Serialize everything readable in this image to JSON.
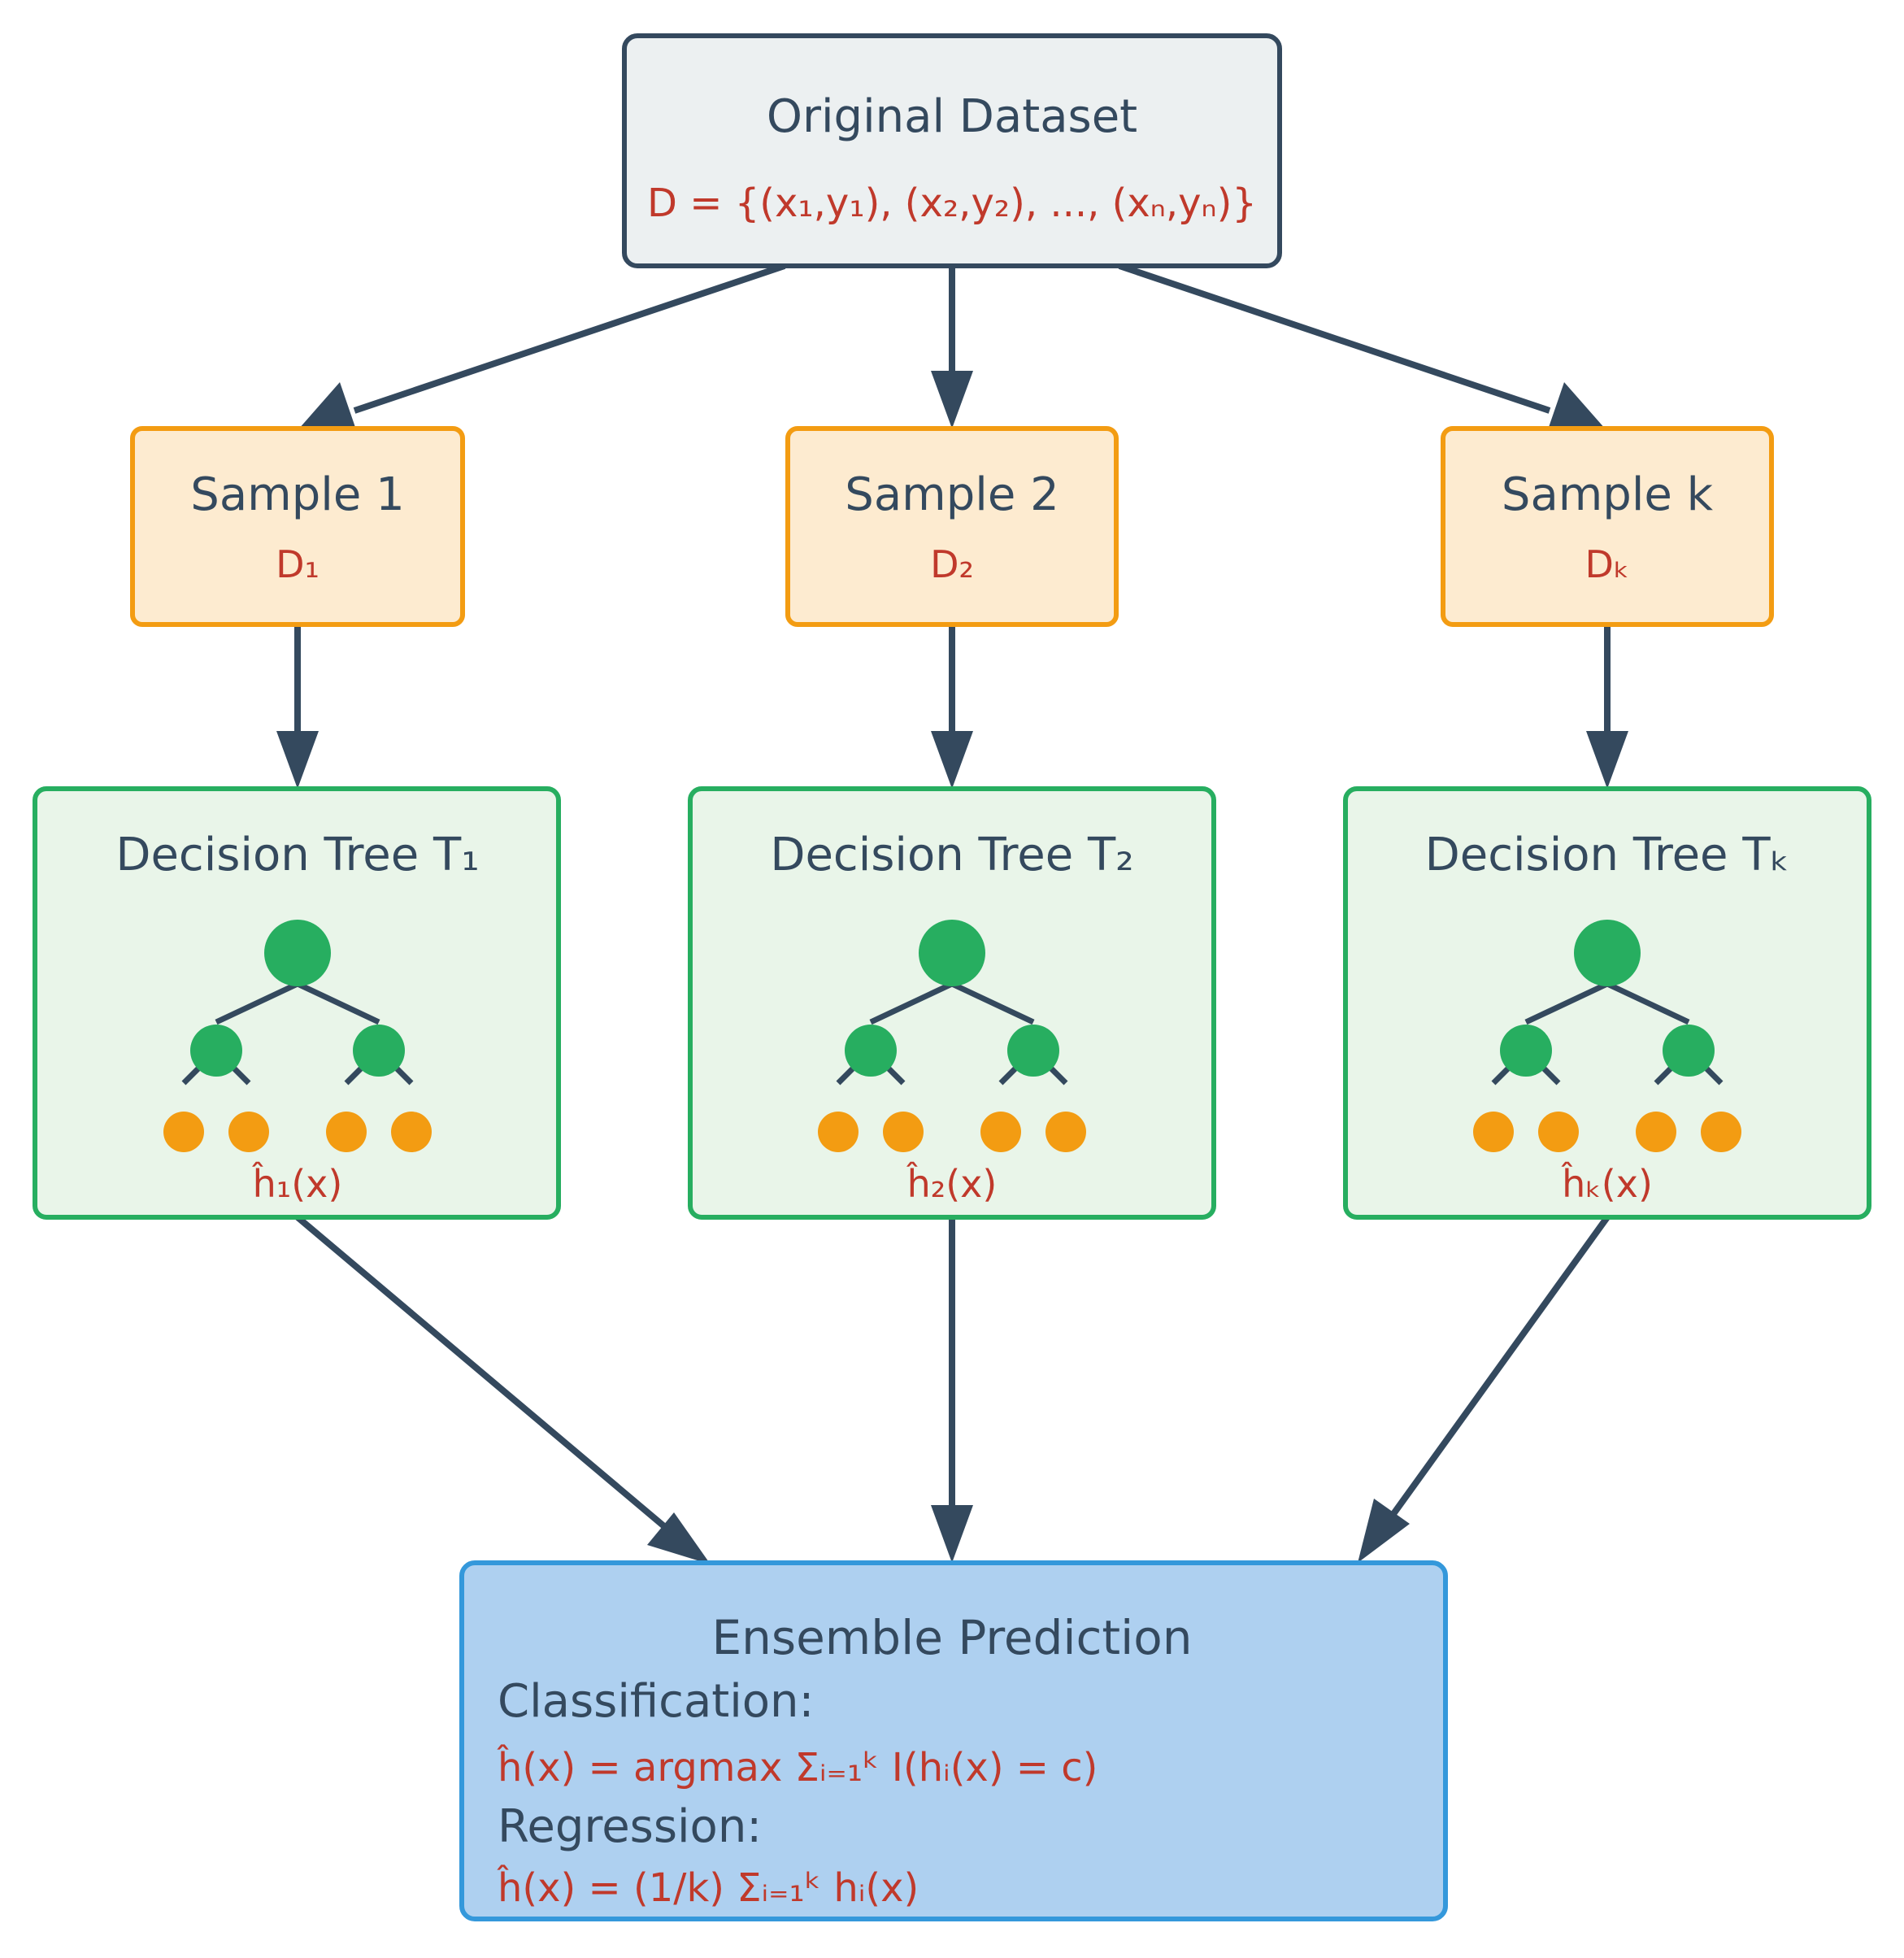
{
  "original_dataset": {
    "title": "Original Dataset",
    "formula": "D = {(x₁,y₁), (x₂,y₂), ..., (xₙ,yₙ)}"
  },
  "samples": [
    {
      "title": "Sample 1",
      "formula": "D₁"
    },
    {
      "title": "Sample 2",
      "formula": "D₂"
    },
    {
      "title": "Sample k",
      "formula": "Dₖ"
    }
  ],
  "trees": [
    {
      "title": "Decision Tree T₁",
      "formula": "ĥ₁(x)"
    },
    {
      "title": "Decision Tree T₂",
      "formula": "ĥ₂(x)"
    },
    {
      "title": "Decision Tree Tₖ",
      "formula": "ĥₖ(x)"
    }
  ],
  "ensemble": {
    "title": "Ensemble Prediction",
    "classification_label": "Classification:",
    "classification_formula": "ĥ(x) = argmax Σᵢ₌₁ᵏ I(hᵢ(x) = c)",
    "regression_label": "Regression:",
    "regression_formula": "ĥ(x) = (1/k) Σᵢ₌₁ᵏ hᵢ(x)"
  },
  "colors": {
    "dataset_fill": "#ecf0f1",
    "dataset_stroke": "#34495e",
    "sample_fill": "#fdebd0",
    "sample_stroke": "#f39c12",
    "tree_fill": "#e9f5e9",
    "tree_stroke": "#27ae60",
    "ensemble_fill": "#aed0f0",
    "ensemble_stroke": "#3498db",
    "arrow": "#34495e",
    "node_internal": "#27ae60",
    "node_leaf": "#f39c12",
    "formula_text": "#c0392b",
    "title_text": "#34495e"
  }
}
